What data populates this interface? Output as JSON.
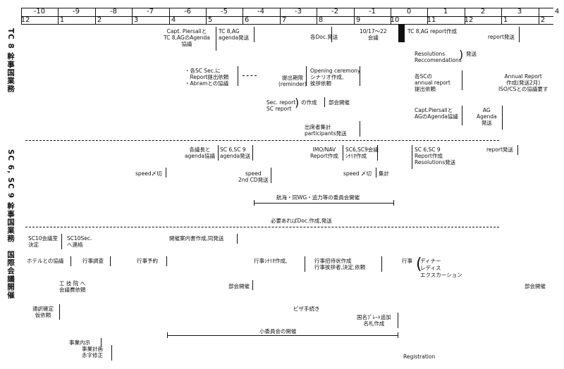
{
  "timeline": {
    "top_labels": [
      "-10",
      "-9",
      "-8",
      "-7",
      "-6",
      "-5",
      "-4",
      "-3",
      "-2",
      "-1",
      "0",
      "1",
      "2",
      "3",
      "4"
    ],
    "month_labels": [
      "12",
      "1",
      "2",
      "3",
      "4",
      "5",
      "6",
      "7",
      "8",
      "9",
      "10",
      "11",
      "12",
      "1",
      "2"
    ]
  },
  "sections": {
    "tc8": "TC 8 幹事国業務",
    "sc69": "SC 6, SC 9 幹事国業務",
    "conf": "国際会議開催"
  },
  "tc8": {
    "capt_agenda": "Capt. Piersallと\nTC 8,AGのAgenda\n協議",
    "tc8_ag_agenda": "TC 8,AG\nagenda発送",
    "docs_send": "各Doc.発送",
    "meeting_date": "10/17～22\n会議",
    "report_make": "TC 8,AG report作成",
    "report_send": "report発送",
    "resolutions": "Resolutions\nReccomendations",
    "resolutions_send": "発送",
    "sc_sec_request": "・各SC Sec.に\n　Report提出依頼\n・Abramとの協議",
    "deadline": "提出期限\n(reminder)",
    "opening": "Opening ceremony\nシナリオ作成,\n挨拶依頼",
    "annual_sc": "各SCの\nannual report\n提出依頼",
    "annual_report": "Annual Report\n作成(発送2月)\nISO/CSとの協議要す",
    "sec_report": "Sec. report\nSC report",
    "sec_report_make": "の作成",
    "subcommittee": "部会開催",
    "capt_ag": "Capt.Piersallと\nAGのAgenda協議",
    "ag_agenda_send": "AG\nAgenda\n発送",
    "participants": "出席者集計\nparticipants発送"
  },
  "sc69": {
    "chairs_agenda": "各議長と\nagenda協議",
    "sc69_agenda": "SC 6,SC 9\nagenda発送",
    "imo_nav": "IMO/NAV\nReport作成",
    "sc69_meeting": "SC6,SC9会議\nｼﾅﾘｵ作成",
    "sc69_report": "SC 6,SC 9\nReport作成\nResolutions発送",
    "report_send": "report発送",
    "speed_cut1": "speed〆切",
    "speed_2nd": "speed\n2nd CD発送",
    "speed_cut2": "speed 〆切",
    "tally": "集計",
    "committees": "航海・同WG・追力等の委員会開催",
    "doc_make": "必要あればDoc.作成,発送"
  },
  "conf": {
    "sc10_room": "SC10会議室\n決定",
    "sc10_sec": "SC10Sec.\nへ連絡",
    "guide_doc": "開催案内書作成,同発送",
    "hotel": "ホテルとの協議",
    "event_survey": "行事調査",
    "event_book": "行事予約",
    "event_scenario": "行事ｼﾅﾘｵ作成,",
    "event_invite": "行事招待状作成\n行事挨拶者,決定,依頼",
    "event": "行事",
    "dinner": "ディナー\nレディス\nエクスカーション",
    "kogi": "工 技 院 へ\n会議費依頼",
    "subcommittee1": "部会開催",
    "subcommittee2": "部会開催",
    "interpreter": "通訳確定\n仮依頼",
    "visa": "ビザ手続き",
    "nameplate": "国名ﾌﾟﾚｰﾄ追加\n名札作成",
    "small_committee": "小委員会の開催",
    "secretariat": "事業内示",
    "project_plan": "事業計画\n赤字修正",
    "registration": "Registration"
  }
}
